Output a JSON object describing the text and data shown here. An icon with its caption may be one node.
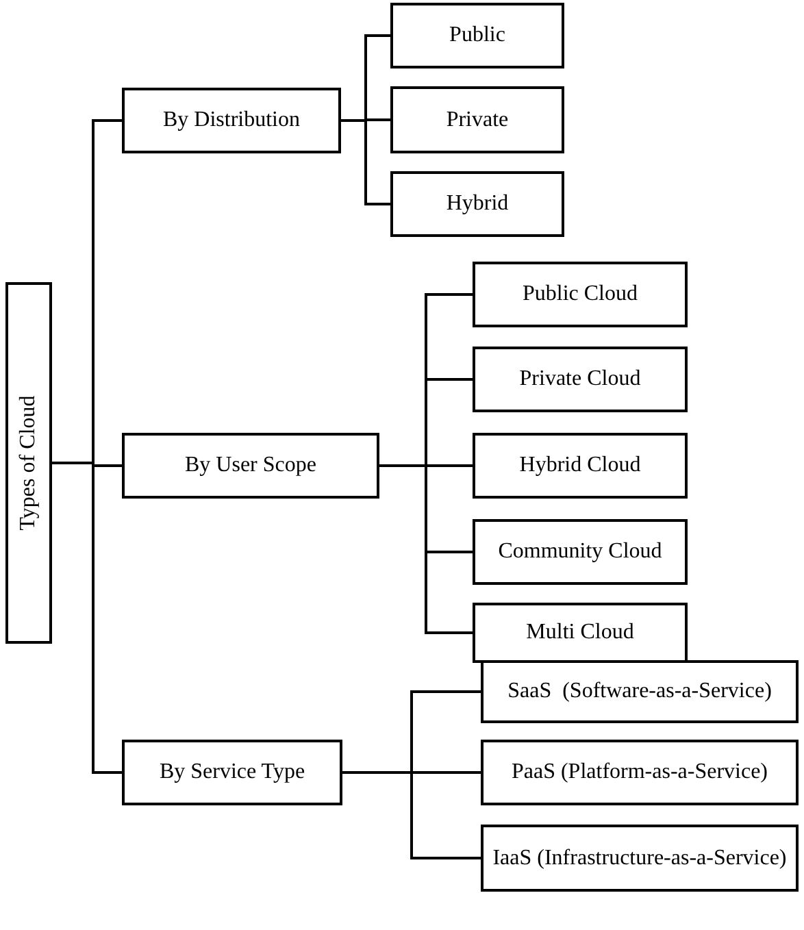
{
  "diagram": {
    "nodes": [
      {
        "text": [
          "Types of Cloud"
        ]
      },
      {
        "text": [
          "By Distribution"
        ]
      },
      {
        "text": [
          "By User Scope"
        ]
      },
      {
        "text": [
          "By Service Type"
        ]
      },
      {
        "text": [
          "Public"
        ]
      },
      {
        "text": [
          "Private"
        ]
      },
      {
        "text": [
          "Hybrid"
        ]
      },
      {
        "text": [
          "Public Cloud"
        ]
      },
      {
        "text": [
          "Private Cloud"
        ]
      },
      {
        "text": [
          "Hybrid Cloud"
        ]
      },
      {
        "text": [
          "Community Cloud"
        ]
      },
      {
        "text": [
          "Multi Cloud"
        ]
      },
      {
        "text": [
          "SaaS  (Software-as-a-Service)"
        ]
      },
      {
        "text": [
          "PaaS (Platform-as-a-Service)"
        ]
      },
      {
        "text": [
          "IaaS (Infrastructure-as-a-Service)"
        ]
      }
    ],
    "edges": [
      {
        "from": 0,
        "to": 1,
        "arrow": "none"
      },
      {
        "from": 0,
        "to": 2,
        "arrow": "none"
      },
      {
        "from": 0,
        "to": 3,
        "arrow": "none"
      },
      {
        "from": 1,
        "to": 4,
        "arrow": "none"
      },
      {
        "from": 1,
        "to": 5,
        "arrow": "none"
      },
      {
        "from": 1,
        "to": 6,
        "arrow": "none"
      },
      {
        "from": 2,
        "to": 7,
        "arrow": "none"
      },
      {
        "from": 2,
        "to": 8,
        "arrow": "none"
      },
      {
        "from": 2,
        "to": 9,
        "arrow": "none"
      },
      {
        "from": 2,
        "to": 10,
        "arrow": "none"
      },
      {
        "from": 2,
        "to": 11,
        "arrow": "none"
      },
      {
        "from": 3,
        "to": 12,
        "arrow": "none"
      },
      {
        "from": 3,
        "to": 13,
        "arrow": "none"
      },
      {
        "from": 3,
        "to": 14,
        "arrow": "none"
      }
    ]
  }
}
